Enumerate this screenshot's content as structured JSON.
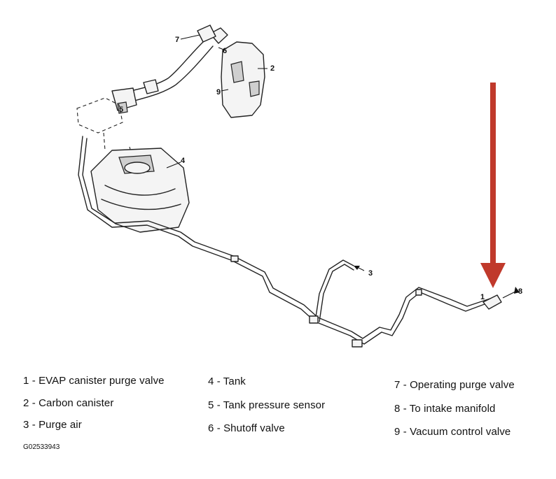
{
  "diagram": {
    "callouts": {
      "c1": "1",
      "c2": "2",
      "c3": "3",
      "c4": "4",
      "c5": "5",
      "c6": "6",
      "c7": "7",
      "c8": "8",
      "c9": "9"
    },
    "arrow_color": "#c0392b"
  },
  "legend": {
    "items": [
      "1 - EVAP canister purge valve",
      "2 - Carbon canister",
      "3 - Purge air",
      "4 - Tank",
      "5 - Tank pressure sensor",
      "6 - Shutoff valve",
      "7 - Operating purge valve",
      "8 - To intake manifold",
      "9 - Vacuum control valve"
    ]
  },
  "figure_id": "G02533943"
}
